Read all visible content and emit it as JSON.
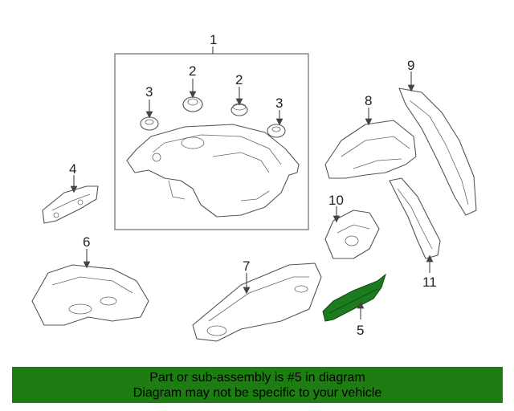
{
  "diagram": {
    "callouts": [
      "1",
      "2",
      "2",
      "3",
      "3",
      "4",
      "5",
      "6",
      "7",
      "8",
      "9",
      "10",
      "11"
    ],
    "highlighted_part": "5",
    "highlight_color": "#1e7d12"
  },
  "banner": {
    "line1": "Part or sub-assembly is #5 in diagram",
    "line2": "Diagram may not be specific to your vehicle",
    "background": "#1e7d12"
  }
}
